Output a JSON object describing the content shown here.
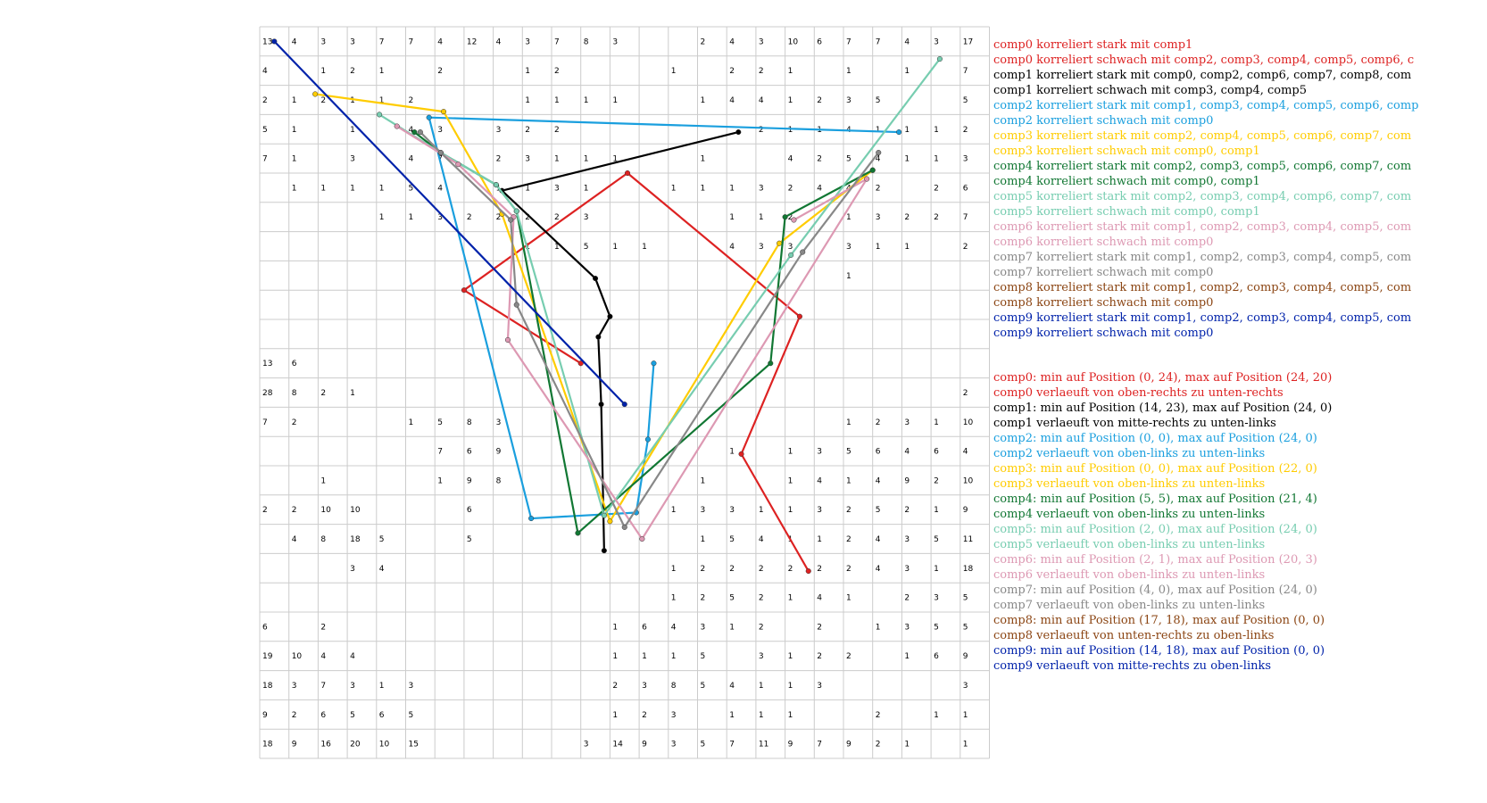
{
  "grid": {
    "rows": 25,
    "cols": 25,
    "cells": [
      [
        "13",
        "4",
        "3",
        "3",
        "7",
        "7",
        "4",
        "12",
        "4",
        "3",
        "7",
        "8",
        "3",
        "",
        "",
        "2",
        "4",
        "3",
        "10",
        "6",
        "7",
        "7",
        "4",
        "3",
        "17"
      ],
      [
        "4",
        "",
        "1",
        "2",
        "1",
        "",
        "2",
        "",
        "",
        "1",
        "2",
        "",
        "",
        "",
        "1",
        "",
        "2",
        "2",
        "1",
        "",
        "1",
        "",
        "1",
        "",
        "7"
      ],
      [
        "2",
        "1",
        "2",
        "1",
        "1",
        "2",
        "",
        "",
        "",
        "1",
        "1",
        "1",
        "1",
        "",
        "",
        "1",
        "4",
        "4",
        "1",
        "2",
        "3",
        "5",
        "",
        "",
        "5"
      ],
      [
        "5",
        "1",
        "",
        "1",
        "",
        "4",
        "3",
        "",
        "3",
        "2",
        "2",
        "",
        "",
        "",
        "",
        "",
        "",
        "2",
        "1",
        "1",
        "4",
        "1",
        "1",
        "1",
        "2"
      ],
      [
        "7",
        "1",
        "",
        "3",
        "",
        "4",
        "7",
        "",
        "2",
        "3",
        "1",
        "1",
        "1",
        "",
        "",
        "1",
        "",
        "",
        "4",
        "2",
        "5",
        "4",
        "1",
        "1",
        "3"
      ],
      [
        "",
        "1",
        "1",
        "1",
        "1",
        "5",
        "4",
        "",
        "1",
        "1",
        "3",
        "1",
        "",
        "",
        "1",
        "1",
        "1",
        "3",
        "2",
        "4",
        "4",
        "2",
        "",
        "2",
        "6"
      ],
      [
        "",
        "",
        "",
        "",
        "1",
        "1",
        "3",
        "2",
        "2",
        "2",
        "2",
        "3",
        "",
        "",
        "",
        "",
        "1",
        "1",
        "2",
        "",
        "1",
        "3",
        "2",
        "2",
        "7"
      ],
      [
        "",
        "",
        "",
        "",
        "",
        "",
        "",
        "",
        "",
        "1",
        "1",
        "5",
        "1",
        "1",
        "",
        "",
        "4",
        "3",
        "3",
        "",
        "3",
        "1",
        "1",
        "",
        "2"
      ],
      [
        "",
        "",
        "",
        "",
        "",
        "",
        "",
        "",
        "",
        "",
        "",
        "",
        "",
        "",
        "",
        "",
        "",
        "",
        "",
        "",
        "1",
        "",
        "",
        "",
        ""
      ],
      [
        "",
        "",
        "",
        "",
        "",
        "",
        "",
        "",
        "",
        "",
        "",
        "",
        "",
        "",
        "",
        "",
        "",
        "",
        "",
        "",
        "",
        "",
        "",
        "",
        ""
      ],
      [
        "",
        "",
        "",
        "",
        "",
        "",
        "",
        "",
        "",
        "",
        "",
        "",
        "",
        "",
        "",
        "",
        "",
        "",
        "",
        "",
        "",
        "",
        "",
        "",
        ""
      ],
      [
        "13",
        "6",
        "",
        "",
        "",
        "",
        "",
        "",
        "",
        "",
        "",
        "",
        "",
        "",
        "",
        "",
        "",
        "",
        "",
        "",
        "",
        "",
        "",
        "",
        ""
      ],
      [
        "28",
        "8",
        "2",
        "1",
        "",
        "",
        "",
        "",
        "",
        "",
        "",
        "",
        "",
        "",
        "",
        "",
        "",
        "",
        "",
        "",
        "",
        "",
        "",
        "",
        "2"
      ],
      [
        "7",
        "2",
        "",
        "",
        "",
        "1",
        "5",
        "8",
        "3",
        "",
        "",
        "",
        "",
        "",
        "",
        "",
        "",
        "",
        "",
        "",
        "1",
        "2",
        "3",
        "1",
        "10"
      ],
      [
        "",
        "",
        "",
        "",
        "",
        "",
        "7",
        "6",
        "9",
        "",
        "",
        "",
        "",
        "",
        "",
        "",
        "1",
        "",
        "1",
        "3",
        "5",
        "6",
        "4",
        "6",
        "4"
      ],
      [
        "",
        "",
        "1",
        "",
        "",
        "",
        "1",
        "9",
        "8",
        "",
        "",
        "",
        "",
        "",
        "",
        "1",
        "",
        "",
        "1",
        "4",
        "1",
        "4",
        "9",
        "2",
        "10"
      ],
      [
        "2",
        "2",
        "10",
        "10",
        "",
        "",
        "",
        "6",
        "",
        "",
        "",
        "",
        "",
        "",
        "1",
        "3",
        "3",
        "1",
        "1",
        "3",
        "2",
        "5",
        "2",
        "1",
        "9"
      ],
      [
        "",
        "4",
        "8",
        "18",
        "5",
        "",
        "",
        "5",
        "",
        "",
        "",
        "",
        "",
        "",
        "",
        "1",
        "5",
        "4",
        "1",
        "1",
        "2",
        "4",
        "3",
        "5",
        "11"
      ],
      [
        "",
        "",
        "",
        "3",
        "4",
        "",
        "",
        "",
        "",
        "",
        "",
        "",
        "",
        "",
        "1",
        "2",
        "2",
        "2",
        "2",
        "2",
        "2",
        "4",
        "3",
        "1",
        "18"
      ],
      [
        "",
        "",
        "",
        "",
        "",
        "",
        "",
        "",
        "",
        "",
        "",
        "",
        "",
        "",
        "1",
        "2",
        "5",
        "2",
        "1",
        "4",
        "1",
        "",
        "2",
        "3",
        "5"
      ],
      [
        "6",
        "",
        "2",
        "",
        "",
        "",
        "",
        "",
        "",
        "",
        "",
        "",
        "1",
        "6",
        "4",
        "3",
        "1",
        "2",
        "",
        "2",
        "",
        "1",
        "3",
        "5",
        "5"
      ],
      [
        "19",
        "10",
        "4",
        "4",
        "",
        "",
        "",
        "",
        "",
        "",
        "",
        "",
        "1",
        "1",
        "1",
        "5",
        "",
        "3",
        "1",
        "2",
        "2",
        "",
        "1",
        "6",
        "9"
      ],
      [
        "18",
        "3",
        "7",
        "3",
        "1",
        "3",
        "",
        "",
        "",
        "",
        "",
        "",
        "2",
        "3",
        "8",
        "5",
        "4",
        "1",
        "1",
        "3",
        "",
        "",
        "",
        "",
        "3"
      ],
      [
        "9",
        "2",
        "6",
        "5",
        "6",
        "5",
        "",
        "",
        "",
        "",
        "",
        "",
        "1",
        "2",
        "3",
        "",
        "1",
        "1",
        "1",
        "",
        "",
        "2",
        "",
        "1",
        "1"
      ],
      [
        "18",
        "9",
        "16",
        "20",
        "10",
        "15",
        "",
        "",
        "",
        "",
        "",
        "3",
        "14",
        "9",
        "3",
        "5",
        "7",
        "11",
        "9",
        "7",
        "9",
        "2",
        "1",
        "",
        "1"
      ]
    ]
  },
  "components": [
    {
      "name": "comp0",
      "color": "#dd2222",
      "path": [
        [
          11,
          11.5
        ],
        [
          7,
          9
        ],
        [
          12.6,
          5
        ],
        [
          18.5,
          9.9
        ],
        [
          16.5,
          14.6
        ],
        [
          18.8,
          18.6
        ]
      ]
    },
    {
      "name": "comp1",
      "color": "#000000",
      "path": [
        [
          16.4,
          3.6
        ],
        [
          8.3,
          5.6
        ],
        [
          11.5,
          8.6
        ],
        [
          12,
          9.9
        ],
        [
          11.6,
          10.6
        ],
        [
          11.7,
          12.9
        ],
        [
          11.8,
          17.9
        ]
      ]
    },
    {
      "name": "comp2",
      "color": "#1a9fde",
      "path": [
        [
          21.9,
          3.6
        ],
        [
          5.8,
          3.1
        ],
        [
          9.3,
          16.8
        ],
        [
          12.9,
          16.6
        ],
        [
          13.3,
          14.1
        ],
        [
          13.5,
          11.5
        ]
      ]
    },
    {
      "name": "comp3",
      "color": "#ffcc00",
      "path": [
        [
          21,
          4.9
        ],
        [
          17.8,
          7.4
        ],
        [
          12,
          16.9
        ],
        [
          8.3,
          6.4
        ],
        [
          6.3,
          2.9
        ],
        [
          1.9,
          2.3
        ]
      ]
    },
    {
      "name": "comp4",
      "color": "#117733",
      "path": [
        [
          21,
          4.9
        ],
        [
          18,
          6.5
        ],
        [
          17.5,
          11.5
        ],
        [
          10.9,
          17.3
        ],
        [
          8.8,
          6.3
        ],
        [
          8.1,
          5.4
        ],
        [
          6.2,
          4.3
        ],
        [
          5.3,
          3.6
        ]
      ]
    },
    {
      "name": "comp5",
      "color": "#77cdb0",
      "path": [
        [
          23.3,
          1.1
        ],
        [
          18.2,
          7.8
        ],
        [
          11.8,
          16.7
        ],
        [
          8.8,
          6.3
        ],
        [
          8.1,
          5.4
        ],
        [
          6.2,
          4.3
        ],
        [
          4.1,
          3.0
        ]
      ]
    },
    {
      "name": "comp6",
      "color": "#dd99b3",
      "path": [
        [
          18.3,
          6.6
        ],
        [
          20.8,
          5.2
        ],
        [
          13.1,
          17.5
        ],
        [
          8.5,
          10.7
        ],
        [
          8.7,
          6.5
        ],
        [
          6.8,
          4.7
        ],
        [
          4.7,
          3.4
        ]
      ]
    },
    {
      "name": "comp7",
      "color": "#888888",
      "path": [
        [
          21.2,
          4.3
        ],
        [
          18.6,
          7.7
        ],
        [
          12.5,
          17.1
        ],
        [
          8.8,
          9.5
        ],
        [
          8.6,
          6.6
        ],
        [
          6.2,
          4.3
        ],
        [
          5.5,
          3.6
        ]
      ]
    },
    {
      "name": "comp8",
      "color": "#8b4513",
      "path": []
    },
    {
      "name": "comp9",
      "color": "#0022aa",
      "path": [
        [
          0.5,
          0.5
        ],
        [
          12.5,
          12.9
        ]
      ]
    }
  ],
  "legend_correlations": [
    {
      "text": "comp0 korreliert stark mit comp1",
      "color": "#dd2222"
    },
    {
      "text": "comp0 korreliert schwach mit comp2, comp3, comp4, comp5, comp6, c",
      "color": "#dd2222"
    },
    {
      "text": "comp1 korreliert stark mit comp0, comp2, comp6, comp7, comp8, com",
      "color": "#000000"
    },
    {
      "text": "comp1 korreliert schwach mit comp3, comp4, comp5",
      "color": "#000000"
    },
    {
      "text": "comp2 korreliert stark mit comp1, comp3, comp4, comp5, comp6, comp",
      "color": "#1a9fde"
    },
    {
      "text": "comp2 korreliert schwach mit comp0",
      "color": "#1a9fde"
    },
    {
      "text": "comp3 korreliert stark mit comp2, comp4, comp5, comp6, comp7, com",
      "color": "#ffcc00"
    },
    {
      "text": "comp3 korreliert schwach mit comp0, comp1",
      "color": "#ffcc00"
    },
    {
      "text": "comp4 korreliert stark mit comp2, comp3, comp5, comp6, comp7, com",
      "color": "#117733"
    },
    {
      "text": "comp4 korreliert schwach mit comp0, comp1",
      "color": "#117733"
    },
    {
      "text": "comp5 korreliert stark mit comp2, comp3, comp4, comp6, comp7, com",
      "color": "#77cdb0"
    },
    {
      "text": "comp5 korreliert schwach mit comp0, comp1",
      "color": "#77cdb0"
    },
    {
      "text": "comp6 korreliert stark mit comp1, comp2, comp3, comp4, comp5, com",
      "color": "#dd99b3"
    },
    {
      "text": "comp6 korreliert schwach mit comp0",
      "color": "#dd99b3"
    },
    {
      "text": "comp7 korreliert stark mit comp1, comp2, comp3, comp4, comp5, com",
      "color": "#888888"
    },
    {
      "text": "comp7 korreliert schwach mit comp0",
      "color": "#888888"
    },
    {
      "text": "comp8 korreliert stark mit comp1, comp2, comp3, comp4, comp5, com",
      "color": "#8b4513"
    },
    {
      "text": "comp8 korreliert schwach mit comp0",
      "color": "#8b4513"
    },
    {
      "text": "comp9 korreliert stark mit comp1, comp2, comp3, comp4, comp5, com",
      "color": "#0022aa"
    },
    {
      "text": "comp9 korreliert schwach mit comp0",
      "color": "#0022aa"
    }
  ],
  "legend_positions": [
    {
      "text": "comp0: min auf Position (0, 24), max auf Position (24, 20)",
      "color": "#dd2222"
    },
    {
      "text": "comp0 verlaeuft von oben-rechts zu unten-rechts",
      "color": "#dd2222"
    },
    {
      "text": "comp1: min auf Position (14, 23), max auf Position (24, 0)",
      "color": "#000000"
    },
    {
      "text": "comp1 verlaeuft von mitte-rechts zu unten-links",
      "color": "#000000"
    },
    {
      "text": "comp2: min auf Position (0, 0), max auf Position (24, 0)",
      "color": "#1a9fde"
    },
    {
      "text": "comp2 verlaeuft von oben-links zu unten-links",
      "color": "#1a9fde"
    },
    {
      "text": "comp3: min auf Position (0, 0), max auf Position (22, 0)",
      "color": "#ffcc00"
    },
    {
      "text": "comp3 verlaeuft von oben-links zu unten-links",
      "color": "#ffcc00"
    },
    {
      "text": "comp4: min auf Position (5, 5), max auf Position (21, 4)",
      "color": "#117733"
    },
    {
      "text": "comp4 verlaeuft von oben-links zu unten-links",
      "color": "#117733"
    },
    {
      "text": "comp5: min auf Position (2, 0), max auf Position (24, 0)",
      "color": "#77cdb0"
    },
    {
      "text": "comp5 verlaeuft von oben-links zu unten-links",
      "color": "#77cdb0"
    },
    {
      "text": "comp6: min auf Position (2, 1), max auf Position (20, 3)",
      "color": "#dd99b3"
    },
    {
      "text": "comp6 verlaeuft von oben-links zu unten-links",
      "color": "#dd99b3"
    },
    {
      "text": "comp7: min auf Position (4, 0), max auf Position (24, 0)",
      "color": "#888888"
    },
    {
      "text": "comp7 verlaeuft von oben-links zu unten-links",
      "color": "#888888"
    },
    {
      "text": "comp8: min auf Position (17, 18), max auf Position (0, 0)",
      "color": "#8b4513"
    },
    {
      "text": "comp8 verlaeuft von unten-rechts zu oben-links",
      "color": "#8b4513"
    },
    {
      "text": "comp9: min auf Position (14, 18), max auf Position (0, 0)",
      "color": "#0022aa"
    },
    {
      "text": "comp9 verlaeuft von mitte-rechts zu oben-links",
      "color": "#0022aa"
    }
  ]
}
